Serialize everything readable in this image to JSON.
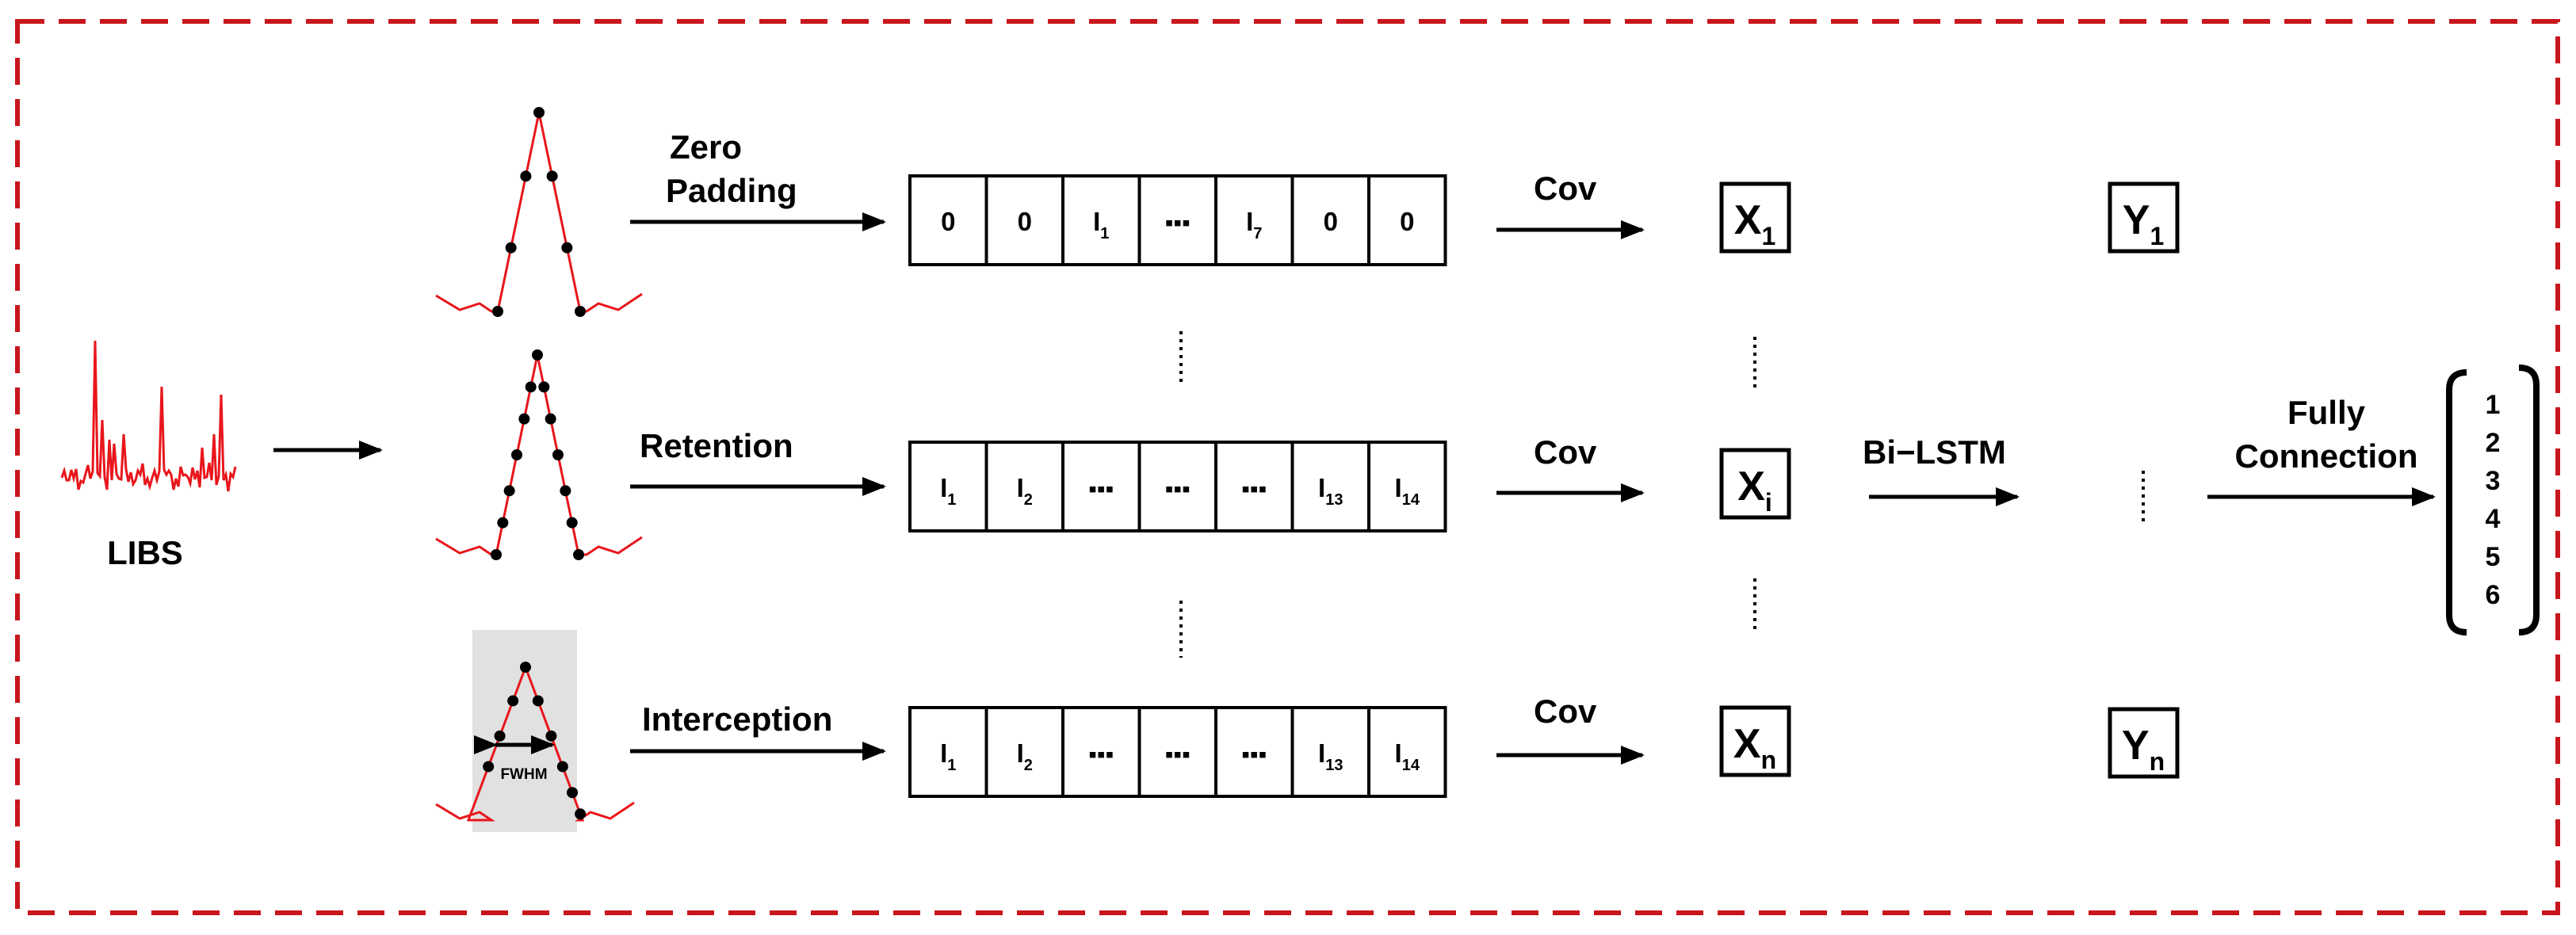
{
  "colors": {
    "border": "#c8161d",
    "spectrum": "#e8161c",
    "shade": "#e1e1e1"
  },
  "input": {
    "label": "LIBS"
  },
  "branches": [
    {
      "method_lines": [
        "Zero",
        "Padding"
      ],
      "cells": [
        {
          "main": "0",
          "sub": ""
        },
        {
          "main": "0",
          "sub": ""
        },
        {
          "main": "I",
          "sub": "1"
        },
        {
          "main": "▪▪▪",
          "sub": ""
        },
        {
          "main": "I",
          "sub": "7"
        },
        {
          "main": "0",
          "sub": ""
        },
        {
          "main": "0",
          "sub": ""
        }
      ],
      "op": "Cov",
      "x": {
        "main": "X",
        "sub": "1"
      },
      "y": {
        "main": "Y",
        "sub": "1"
      }
    },
    {
      "method_lines": [
        "Retention"
      ],
      "cells": [
        {
          "main": "I",
          "sub": "1"
        },
        {
          "main": "I",
          "sub": "2"
        },
        {
          "main": "▪▪▪",
          "sub": ""
        },
        {
          "main": "▪▪▪",
          "sub": ""
        },
        {
          "main": "▪▪▪",
          "sub": ""
        },
        {
          "main": "I",
          "sub": "13"
        },
        {
          "main": "I",
          "sub": "14"
        }
      ],
      "op": "Cov",
      "x": {
        "main": "X",
        "sub": "i"
      },
      "y": null
    },
    {
      "method_lines": [
        "Interception"
      ],
      "cells": [
        {
          "main": "I",
          "sub": "1"
        },
        {
          "main": "I",
          "sub": "2"
        },
        {
          "main": "▪▪▪",
          "sub": ""
        },
        {
          "main": "▪▪▪",
          "sub": ""
        },
        {
          "main": "▪▪▪",
          "sub": ""
        },
        {
          "main": "I",
          "sub": "13"
        },
        {
          "main": "I",
          "sub": "14"
        }
      ],
      "op": "Cov",
      "x": {
        "main": "X",
        "sub": "n"
      },
      "y": {
        "main": "Y",
        "sub": "n"
      }
    }
  ],
  "fwhm_label": "FWHM",
  "bilstm_label": "Bi−LSTM",
  "fc_lines": [
    "Fully",
    "Connection"
  ],
  "outputs": [
    "1",
    "2",
    "3",
    "4",
    "5",
    "6"
  ]
}
